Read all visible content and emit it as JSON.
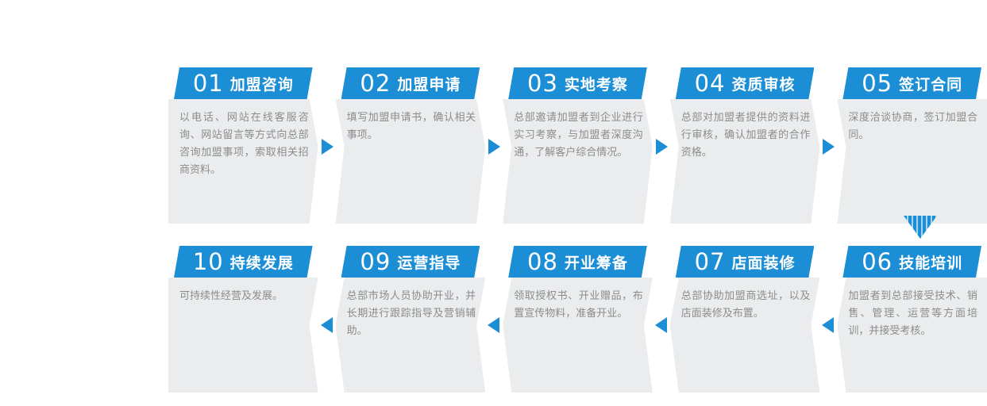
{
  "colors": {
    "primary_blue": "#1b8ed6",
    "panel_gray": "#eaecee",
    "text_gray": "#8c8c8c",
    "header_text": "#ffffff",
    "stripe_light": "#a8d4f0",
    "page_bg": "#ffffff"
  },
  "flow": {
    "row1": {
      "direction": "left-to-right",
      "connector_icon": "arrow-right-icon",
      "steps": [
        {
          "num": "01",
          "title": "加盟咨询",
          "desc": "以电话、网站在线客服咨询、网站留言等方式向总部咨询加盟事项，索取相关招商资料。"
        },
        {
          "num": "02",
          "title": "加盟申请",
          "desc": "填写加盟申请书，确认相关事项。"
        },
        {
          "num": "03",
          "title": "实地考察",
          "desc": "总部邀请加盟者到企业进行实习考察，与加盟者深度沟通，了解客户综合情况。"
        },
        {
          "num": "04",
          "title": "资质审核",
          "desc": "总部对加盟者提供的资料进行审核，确认加盟者的合作资格。"
        },
        {
          "num": "05",
          "title": "签订合同",
          "desc": "深度洽谈协商，签订加盟合同。"
        }
      ]
    },
    "row2": {
      "direction": "right-to-left",
      "connector_icon": "arrow-left-icon",
      "steps": [
        {
          "num": "10",
          "title": "持续发展",
          "desc": "可持续性经营及发展。"
        },
        {
          "num": "09",
          "title": "运营指导",
          "desc": "总部市场人员协助开业，并长期进行跟踪指导及营销辅助。"
        },
        {
          "num": "08",
          "title": "开业筹备",
          "desc": "领取授权书、开业赠品，布置宣传物料，准备开业。"
        },
        {
          "num": "07",
          "title": "店面装修",
          "desc": "总部协助加盟商选址，以及店面装修及布置。"
        },
        {
          "num": "06",
          "title": "技能培训",
          "desc": "加盟者到总部接受技术、销售、管理、运营等方面培训，并接受考核。"
        }
      ]
    },
    "row_transition_icon": "arrow-down-striped-icon"
  }
}
